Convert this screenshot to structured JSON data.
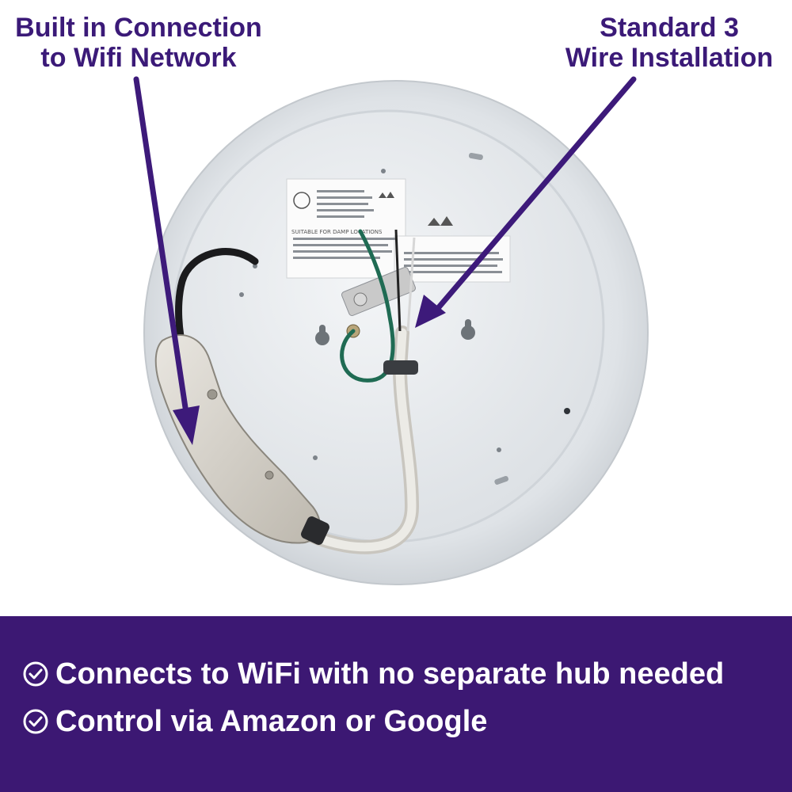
{
  "callouts": {
    "left": [
      "Built in Connection",
      "to Wifi Network"
    ],
    "right": [
      "Standard 3",
      "Wire Installation"
    ]
  },
  "features": [
    "Connects to WiFi with no separate hub needed",
    "Control via Amazon or Google"
  ],
  "product_label": {
    "text": "SUITABLE FOR DAMP LOCATIONS"
  },
  "colors": {
    "accent": "#3c1873",
    "callout_text": "#3b1a78",
    "arrow": "#3d1a7a",
    "banner_text": "#ffffff"
  },
  "icons": [
    "check-circle-icon",
    "arrow-icon"
  ]
}
